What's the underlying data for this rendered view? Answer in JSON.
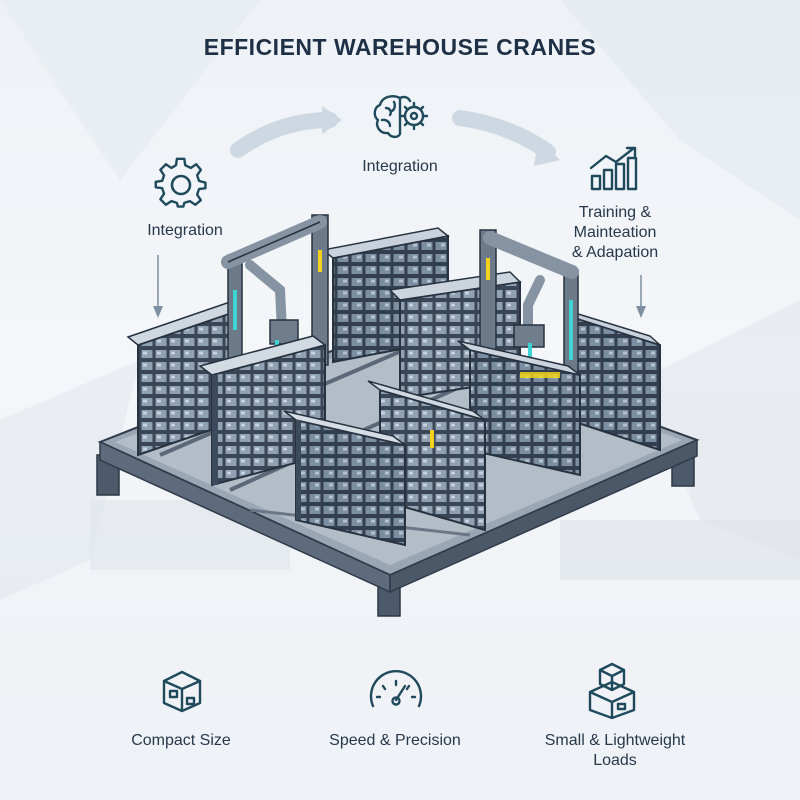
{
  "title": "EFFICIENT WAREHOUSE CRANES",
  "steps": [
    {
      "label": "Integration",
      "icon": "brain-gear-icon"
    },
    {
      "label": "Integration",
      "icon": "gear-icon"
    },
    {
      "label": "Training &\nMainteation\n& Adapation",
      "icon": "growth-chart-icon"
    }
  ],
  "features": [
    {
      "label": "Compact Size",
      "icon": "box-icon"
    },
    {
      "label": "Speed & Precision",
      "icon": "speedometer-icon"
    },
    {
      "label": "Small & Lightweight\nLoads",
      "icon": "stacked-boxes-icon"
    }
  ],
  "colors": {
    "icon_stroke": "#1f4a5c",
    "accent_cyan": "#3fd4d4",
    "accent_yellow": "#f2d21b",
    "rack_dark": "#3b4a5c",
    "platform": "#5d6b7c"
  }
}
